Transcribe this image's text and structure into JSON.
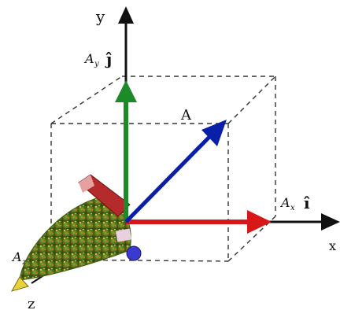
{
  "diagram": {
    "axes": {
      "y_label": "y",
      "z_label": "z",
      "x_label": "x"
    },
    "vector": {
      "label": "A"
    },
    "components": {
      "y": {
        "label": "A",
        "subscript": "y",
        "unit": "ĵ"
      },
      "x": {
        "label": "A",
        "subscript": "x",
        "unit": "î"
      },
      "z": {
        "label": "A",
        "subscript": "z"
      }
    },
    "colors": {
      "axis": "#111111",
      "vector_A": "#0a1fa8",
      "component_x": "#d81818",
      "component_y": "#1d8a2a",
      "component_z": "#b52a2a",
      "box_edges": "#333333",
      "cone_fill": "#5a7a1a"
    }
  }
}
